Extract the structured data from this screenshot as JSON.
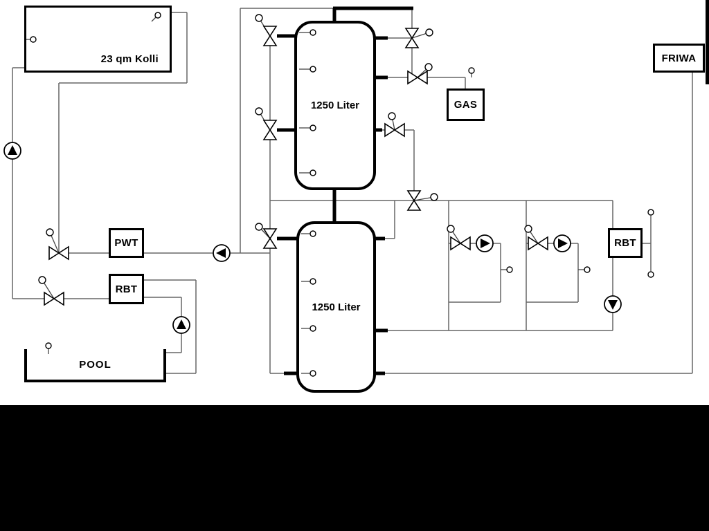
{
  "labels": {
    "collector": "23 qm Kolli",
    "tank_top": "1250 Liter",
    "tank_bottom": "1250 Liter",
    "pwt": "PWT",
    "rbt_left": "RBT",
    "rbt_right": "RBT",
    "gas": "GAS",
    "friwa": "FRIWA",
    "pool": "POOL"
  },
  "colors": {
    "background": "#ffffff",
    "pipe_thin": "#666666",
    "pipe_thick": "#000000",
    "outline": "#000000",
    "mask": "#000000"
  },
  "icons": {
    "pump": "pump-icon",
    "valve": "three-way-valve-icon",
    "sensor": "temperature-sensor-icon"
  }
}
